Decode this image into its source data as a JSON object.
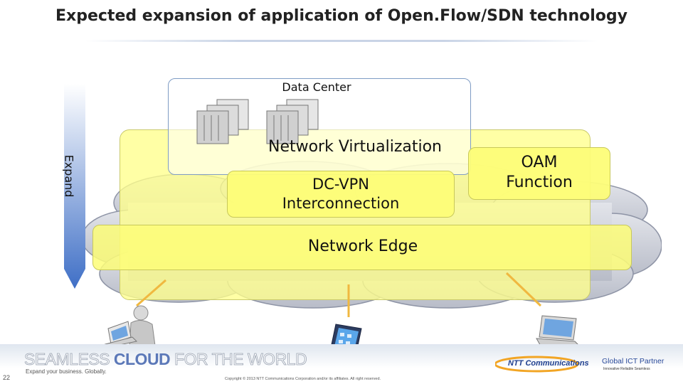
{
  "title": "Expected expansion of application of Open.Flow/SDN technology",
  "diagram": {
    "expand_label": "Expand",
    "data_center_label": "Data Center",
    "network_virtualization_label": "Network Virtualization",
    "dc_vpn_label": "DC-VPN\nInterconnection",
    "oam_label": "OAM\nFunction",
    "network_edge_label": "Network Edge"
  },
  "footer": {
    "slogan_part1": "SEAMLESS ",
    "slogan_part2": "CLOUD",
    "slogan_part3": " FOR THE WORLD",
    "tagline": "Expand your business. Globally.",
    "page_number": "22",
    "copyright": "Copyright © 2013 NTT Communications Corporation and/or its affiliates. All right reserved.",
    "partner": "Global ICT Partner",
    "partner_tagline": "Innovative  Reliable  Seamless",
    "logo_text": "NTT Communications"
  },
  "colors": {
    "yellow": "#ffff8c",
    "cloud": "#c8ccd6",
    "expand_arrow": "#4a78c8",
    "dc_border": "#7f9cc4"
  }
}
